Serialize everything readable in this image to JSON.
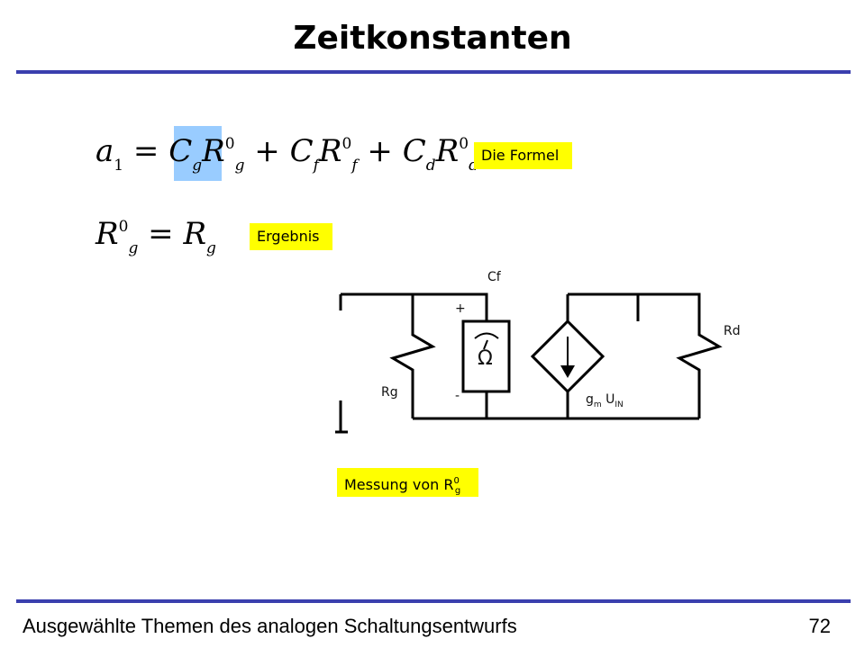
{
  "slide": {
    "title": "Zeitkonstanten",
    "footer_text": "Ausgewählte Themen des analogen Schaltungsentwurfs",
    "page_number": "72"
  },
  "labels": {
    "formel": "Die Formel",
    "ergebnis": "Ergebnis",
    "messung_text": "Messung von R",
    "messung_sup": "0",
    "messung_sub": "g"
  },
  "formula1": {
    "a": "a",
    "a_sub": "1",
    "eq": " = ",
    "c1": "C",
    "c1_sub": "g",
    "r1": "R",
    "r1_sup": "0",
    "r1_sub": "g",
    "plus1": " + ",
    "c2": "C",
    "c2_sub": "f",
    "r2": "R",
    "r2_sup": "0",
    "r2_sub": "f",
    "plus2": " + ",
    "c3": "C",
    "c3_sub": "d",
    "r3": "R",
    "r3_sup": "0",
    "r3_sub": "d"
  },
  "formula2": {
    "lhs": "R",
    "lhs_sup": "0",
    "lhs_sub": "g",
    "eq": " = ",
    "rhs": "R",
    "rhs_sub": "g"
  },
  "circuit": {
    "cf": "Cf",
    "rd": "Rd",
    "rg": "Rg",
    "plus": "+",
    "minus": "-",
    "ohm": "Ω",
    "gm": "g",
    "gm_sub": "m",
    "uin": " U",
    "uin_sub": "IN"
  },
  "colors": {
    "rule": "#3a3fae",
    "label_bg": "#ffff00",
    "highlight": "#99ccff"
  }
}
